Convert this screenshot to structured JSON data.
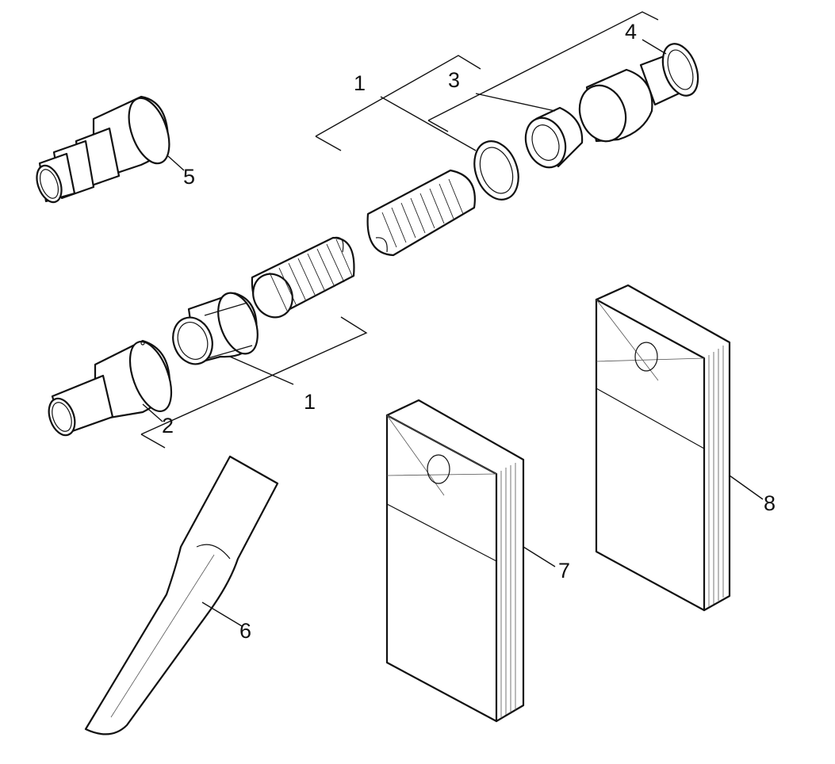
{
  "callouts": {
    "hose_set_upper": "1",
    "hose_set_lower": "1",
    "suction_end_piece": "2",
    "connection_adapter": "3",
    "hose_adapter": "4",
    "reducer_adapter": "5",
    "crevice_nozzle": "6",
    "filter_bag_set_small": "7",
    "filter_bag_set_large": "8"
  },
  "colors": {
    "line": "#111111",
    "background": "#ffffff"
  }
}
